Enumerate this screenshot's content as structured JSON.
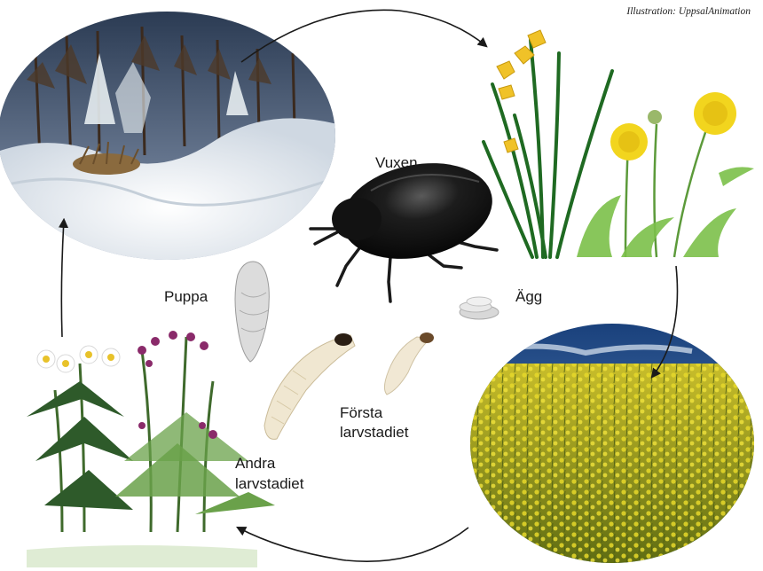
{
  "credit": "Illustration: UppsalAnimation",
  "stages": {
    "adult": "Vuxen",
    "egg": "Ägg",
    "first_larva_line1": "Första",
    "first_larva_line2": "larvstadiet",
    "second_larva_line1": "Andra",
    "second_larva_line2": "larvstadiet",
    "pupa": "Puppa"
  },
  "icons": [
    "winter-forest-scene",
    "spring-flowers-scene",
    "rapeseed-field-scene",
    "summer-weeds-scene",
    "beetle-icon",
    "egg-icon",
    "larva-icon",
    "pupa-icon"
  ],
  "colors": {
    "arrow": "#1a1a1a",
    "snow": "#f2f5f8",
    "sky": "#1f4f8e",
    "rapeseed": "#d6c21a",
    "beetle": "#111111",
    "larva": "#efe6d2"
  }
}
